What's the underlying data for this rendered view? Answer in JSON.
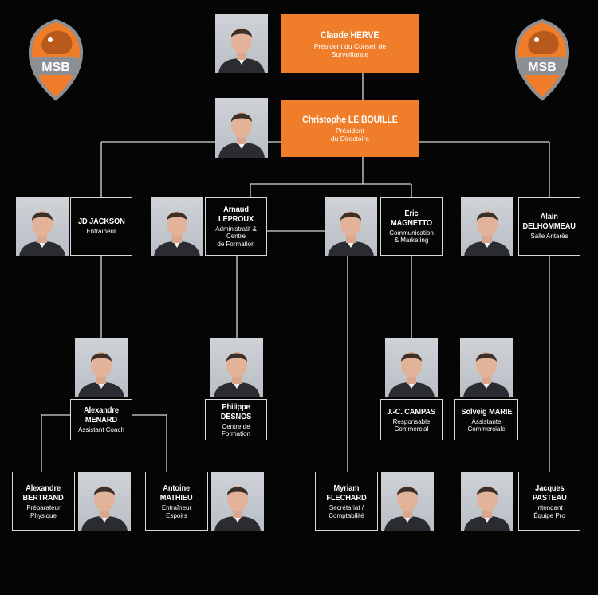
{
  "colors": {
    "background": "#050505",
    "accent": "#f07d2a",
    "line": "#d8d8d8"
  },
  "logo": {
    "text": "MSB",
    "icon": "msb-lion-logo-icon"
  },
  "people": [
    {
      "id": "herve",
      "name": "Claude HERVE",
      "role": "Président du Conseil de\nSurveillance",
      "style": "orange"
    },
    {
      "id": "lebouille",
      "name": "Christophe LE BOUILLE",
      "role": "Président\ndu Directoire",
      "style": "orange"
    },
    {
      "id": "jackson",
      "name": "JD JACKSON",
      "role": "Entraîneur",
      "style": "box"
    },
    {
      "id": "leproux",
      "name": "Arnaud LEPROUX",
      "role": "Administratif &\nCentre\nde Formation",
      "style": "box"
    },
    {
      "id": "magnetto",
      "name": "Eric MAGNETTO",
      "role": "Communication\n& Marketing",
      "style": "box"
    },
    {
      "id": "delhommeau",
      "name": "Alain\nDELHOMMEAU",
      "role": "Salle Antarès",
      "style": "box"
    },
    {
      "id": "menard",
      "name": "Alexandre\nMENARD",
      "role": "Assistant Coach",
      "style": "box"
    },
    {
      "id": "desnos",
      "name": "Philippe DESNOS",
      "role": "Centre de\nFormation",
      "style": "box"
    },
    {
      "id": "campas",
      "name": "J.-C. CAMPAS",
      "role": "Responsable\nCommercial",
      "style": "box"
    },
    {
      "id": "marie",
      "name": "Solveig MARIE",
      "role": "Assistante\nCommerciale",
      "style": "box"
    },
    {
      "id": "bertrand",
      "name": "Alexandre\nBERTRAND",
      "role": "Préparateur\nPhysique",
      "style": "box"
    },
    {
      "id": "mathieu",
      "name": "Antoine\nMATHIEU",
      "role": "Entraîneur\nEspoirs",
      "style": "box"
    },
    {
      "id": "flechard",
      "name": "Myriam\nFLECHARD",
      "role": "Secrétariat /\nComptabilité",
      "style": "box"
    },
    {
      "id": "pasteau",
      "name": "Jacques\nPASTEAU",
      "role": "Intendant\nÉquipe Pro",
      "style": "box"
    }
  ]
}
